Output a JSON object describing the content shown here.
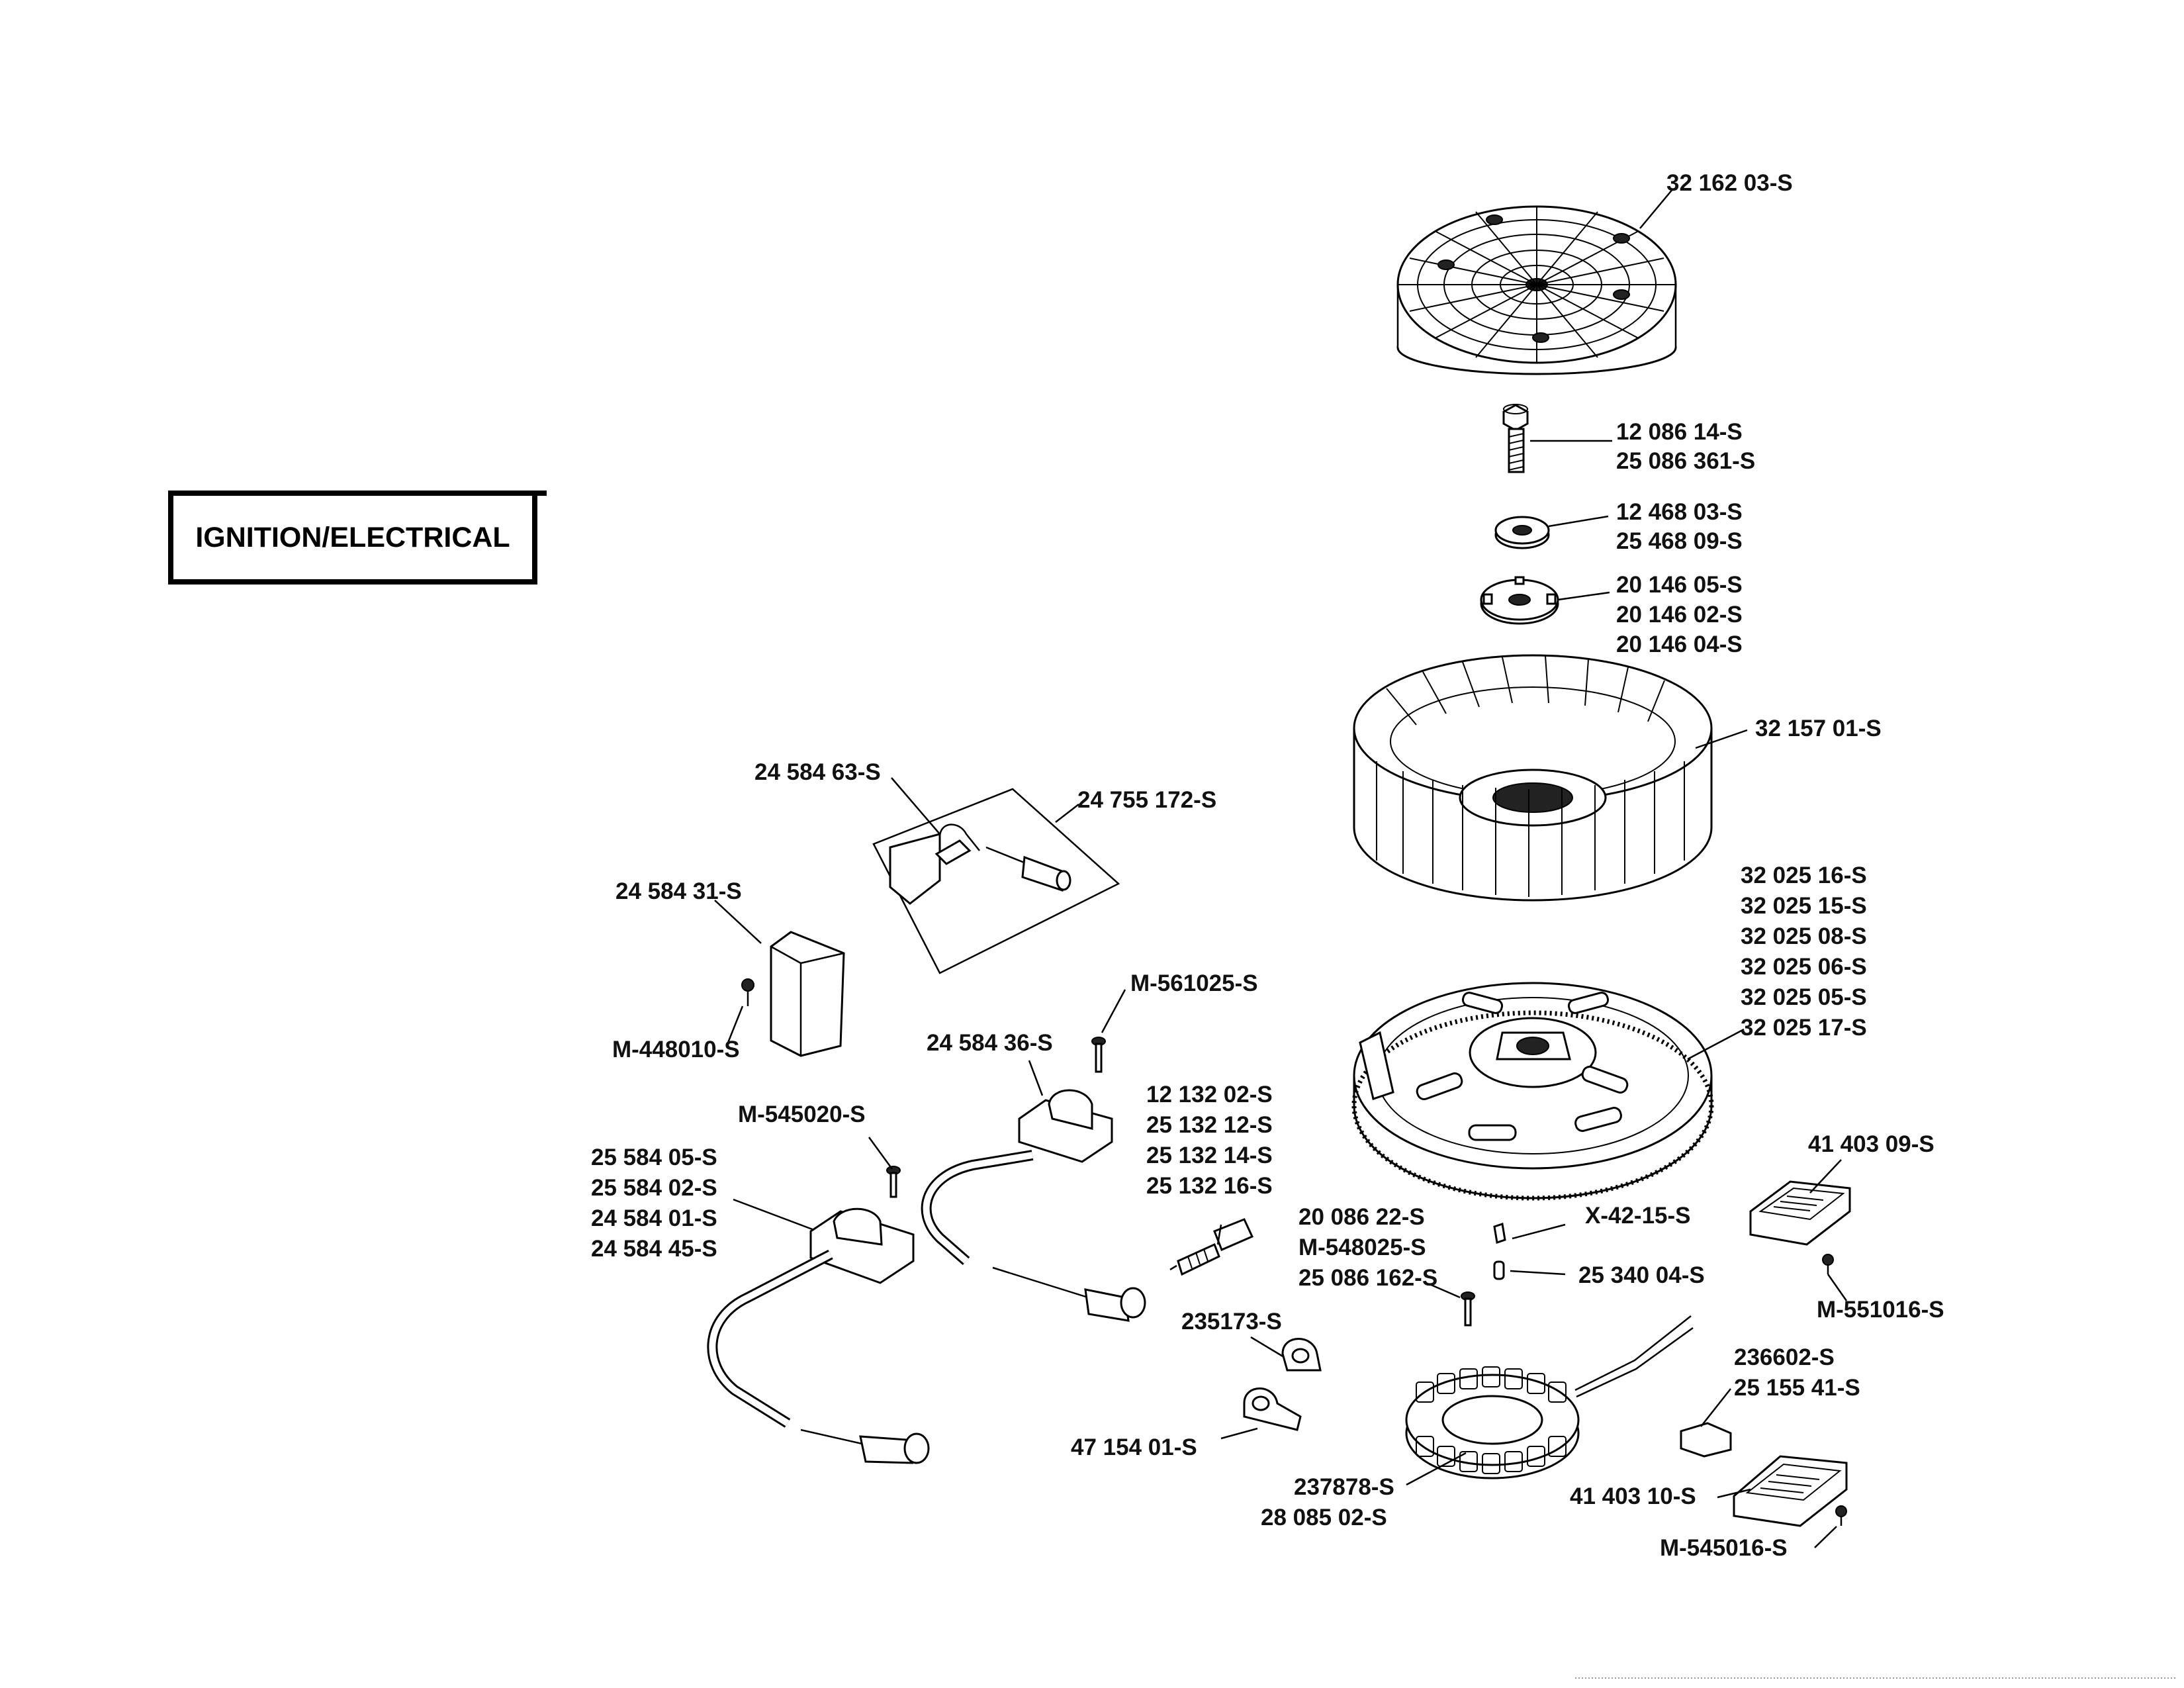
{
  "title": "IGNITION/ELECTRICAL",
  "callouts": [
    {
      "id": "c-flywheel-screen",
      "lines": [
        "32 162 03-S"
      ]
    },
    {
      "id": "c-flywheel-screw",
      "lines": [
        "12 086 14-S",
        "25 086 361-S"
      ]
    },
    {
      "id": "c-washer",
      "lines": [
        "12 468 03-S",
        "25 468 09-S"
      ]
    },
    {
      "id": "c-fan-retainer",
      "lines": [
        "20 146 05-S",
        "20 146 02-S",
        "20 146 04-S"
      ]
    },
    {
      "id": "c-fan",
      "lines": [
        "32 157 01-S"
      ]
    },
    {
      "id": "c-flywheel",
      "lines": [
        "32 025 16-S",
        "32 025 15-S",
        "32 025 08-S",
        "32 025 06-S",
        "32 025 05-S",
        "32 025 17-S"
      ]
    },
    {
      "id": "c-rectifier-top",
      "lines": [
        "41 403 09-S"
      ]
    },
    {
      "id": "c-screw-551016",
      "lines": [
        "M-551016-S"
      ]
    },
    {
      "id": "c-key",
      "lines": [
        "X-42-15-S"
      ]
    },
    {
      "id": "c-pin",
      "lines": [
        "25 340 04-S"
      ]
    },
    {
      "id": "c-stator-screw",
      "lines": [
        "20 086 22-S",
        "M-548025-S",
        "25 086 162-S"
      ]
    },
    {
      "id": "c-spark-plug",
      "lines": [
        "12 132 02-S",
        "25 132 12-S",
        "25 132 14-S",
        "25 132 16-S"
      ]
    },
    {
      "id": "c-clip-top",
      "lines": [
        "235173-S"
      ]
    },
    {
      "id": "c-clip-bottom",
      "lines": [
        "47 154 01-S"
      ]
    },
    {
      "id": "c-stator",
      "lines": [
        "237878-S",
        "28 085 02-S"
      ]
    },
    {
      "id": "c-rectifier-kit",
      "lines": [
        "236602-S",
        "25 155 41-S"
      ]
    },
    {
      "id": "c-rectifier-bottom",
      "lines": [
        "41 403 10-S"
      ]
    },
    {
      "id": "c-screw-545016",
      "lines": [
        "M-545016-S"
      ]
    },
    {
      "id": "c-coil-kit",
      "lines": [
        "24 584 63-S"
      ]
    },
    {
      "id": "c-coil-kit-frame",
      "lines": [
        "24 755 172-S"
      ]
    },
    {
      "id": "c-module",
      "lines": [
        "24 584 31-S"
      ]
    },
    {
      "id": "c-module-screw",
      "lines": [
        "M-448010-S"
      ]
    },
    {
      "id": "c-coil-screw-top",
      "lines": [
        "M-561025-S"
      ]
    },
    {
      "id": "c-coil-top",
      "lines": [
        "24 584 36-S"
      ]
    },
    {
      "id": "c-coil-screw-bottom",
      "lines": [
        "M-545020-S"
      ]
    },
    {
      "id": "c-coil-bottom",
      "lines": [
        "25 584 05-S",
        "25 584 02-S",
        "24 584 01-S",
        "24 584 45-S"
      ]
    }
  ]
}
